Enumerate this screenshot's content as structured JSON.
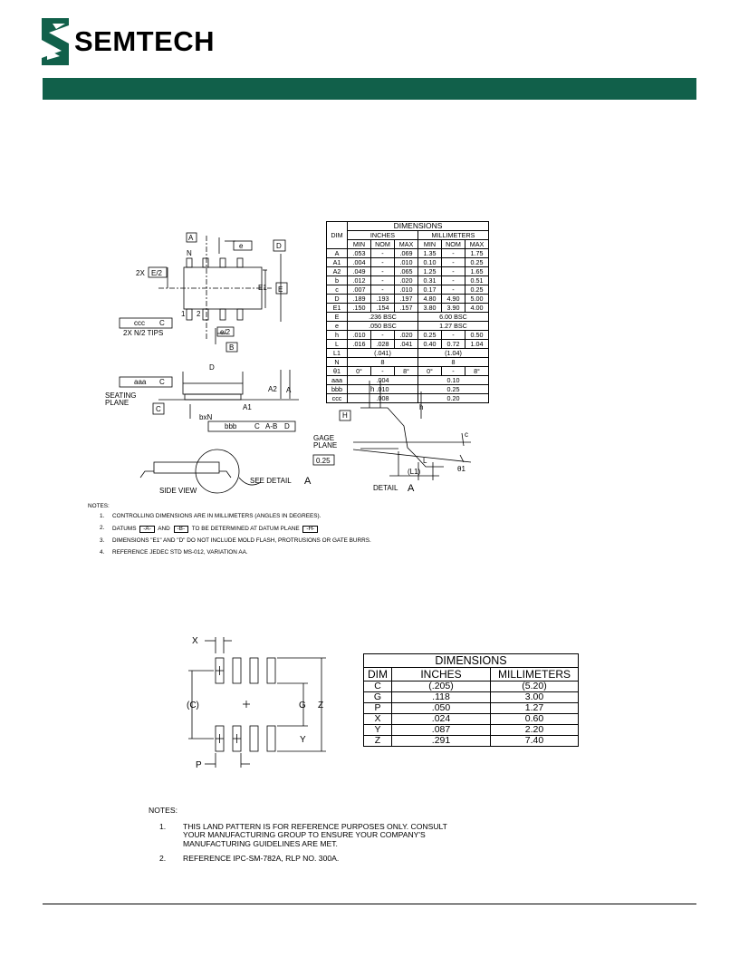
{
  "brand": {
    "name": "SEMTECH",
    "bar_color": "#11604a"
  },
  "package": {
    "labels": {
      "A": "A",
      "D": "D",
      "N": "N",
      "e": "e",
      "E": "E",
      "E1": "E1",
      "two_x": "2X",
      "e2": "E/2",
      "e_half": "e/2",
      "B": "B",
      "one": "1",
      "two": "2",
      "ccc_c": "C",
      "ccc": "ccc",
      "tips": "2X N/2 TIPS",
      "aaa": "aaa",
      "aaa_c": "C",
      "D_side": "D",
      "A2": "A2",
      "A_side": "A",
      "A1": "A1",
      "seating_plane_1": "SEATING",
      "seating_plane_2": "PLANE",
      "C_datum": "C",
      "bxN": "bxN",
      "bbb": "bbb",
      "bbb_c": "C",
      "bbb_ab": "A-B",
      "bbb_d": "D",
      "side_view": "SIDE VIEW",
      "see_detail": "SEE DETAIL",
      "see_detail_a": "A",
      "h1": "h",
      "h2": "h",
      "H": "H",
      "c": "c",
      "gage_1": "GAGE",
      "gage_2": "PLANE",
      "gage_val": "0.25",
      "L": "L",
      "L1": "(L1)",
      "theta": "θ1",
      "detail": "DETAIL",
      "detail_a": "A"
    }
  },
  "dim_table": {
    "title": "DIMENSIONS",
    "dim_header": "DIM",
    "inches": "INCHES",
    "millimeters": "MILLIMETERS",
    "cols": [
      "MIN",
      "NOM",
      "MAX",
      "MIN",
      "NOM",
      "MAX"
    ],
    "rows": [
      {
        "dim": "A",
        "v": [
          ".053",
          "-",
          ".069",
          "1.35",
          "-",
          "1.75"
        ]
      },
      {
        "dim": "A1",
        "v": [
          ".004",
          "-",
          ".010",
          "0.10",
          "-",
          "0.25"
        ]
      },
      {
        "dim": "A2",
        "v": [
          ".049",
          "-",
          ".065",
          "1.25",
          "-",
          "1.65"
        ]
      },
      {
        "dim": "b",
        "v": [
          ".012",
          "-",
          ".020",
          "0.31",
          "-",
          "0.51"
        ]
      },
      {
        "dim": "c",
        "v": [
          ".007",
          "-",
          ".010",
          "0.17",
          "-",
          "0.25"
        ]
      },
      {
        "dim": "D",
        "v": [
          ".189",
          ".193",
          ".197",
          "4.80",
          "4.90",
          "5.00"
        ]
      },
      {
        "dim": "E1",
        "v": [
          ".150",
          ".154",
          ".157",
          "3.80",
          "3.90",
          "4.00"
        ]
      }
    ],
    "span_rows": [
      {
        "dim": "E",
        "in": ".236 BSC",
        "mm": "6.00 BSC"
      },
      {
        "dim": "e",
        "in": ".050 BSC",
        "mm": "1.27 BSC"
      }
    ],
    "rows2": [
      {
        "dim": "h",
        "v": [
          ".010",
          "-",
          ".020",
          "0.25",
          "-",
          "0.50"
        ]
      },
      {
        "dim": "L",
        "v": [
          ".016",
          ".028",
          ".041",
          "0.40",
          "0.72",
          "1.04"
        ]
      }
    ],
    "span_rows2": [
      {
        "dim": "L1",
        "in": "(.041)",
        "mm": "(1.04)"
      },
      {
        "dim": "N",
        "in": "8",
        "mm": "8"
      }
    ],
    "theta_row": {
      "dim": "θ1",
      "v": [
        "0°",
        "-",
        "8°",
        "0°",
        "-",
        "8°"
      ]
    },
    "span_rows3": [
      {
        "dim": "aaa",
        "in": ".004",
        "mm": "0.10"
      },
      {
        "dim": "bbb",
        "in": ".010",
        "mm": "0.25"
      },
      {
        "dim": "ccc",
        "in": ".008",
        "mm": "0.20"
      }
    ]
  },
  "notes1": {
    "header": "NOTES:",
    "n1_num": "1.",
    "n1": "CONTROLLING DIMENSIONS ARE IN MILLIMETERS (ANGLES IN DEGREES).",
    "n2_num": "2.",
    "n2_a": "DATUMS",
    "n2_box1": "-A-",
    "n2_b": "AND",
    "n2_box2": "-B-",
    "n2_c": "TO BE DETERMINED AT DATUM PLANE",
    "n2_box3": "-H-",
    "n3_num": "3.",
    "n3": "DIMENSIONS \"E1\" AND \"D\" DO NOT INCLUDE MOLD FLASH, PROTRUSIONS OR GATE BURRS.",
    "n4_num": "4.",
    "n4": "REFERENCE JEDEC STD MS-012, VARIATION AA."
  },
  "land": {
    "labels": {
      "X": "X",
      "C": "(C)",
      "G": "G",
      "Z": "Z",
      "Y": "Y",
      "P": "P"
    }
  },
  "land_table": {
    "title": "DIMENSIONS",
    "headers": [
      "DIM",
      "INCHES",
      "MILLIMETERS"
    ],
    "rows": [
      [
        "C",
        "(.205)",
        "(5.20)"
      ],
      [
        "G",
        ".118",
        "3.00"
      ],
      [
        "P",
        ".050",
        "1.27"
      ],
      [
        "X",
        ".024",
        "0.60"
      ],
      [
        "Y",
        ".087",
        "2.20"
      ],
      [
        "Z",
        ".291",
        "7.40"
      ]
    ]
  },
  "notes2": {
    "header": "NOTES:",
    "n1_num": "1.",
    "n1": "THIS LAND PATTERN IS FOR REFERENCE PURPOSES ONLY. CONSULT YOUR MANUFACTURING GROUP TO ENSURE YOUR COMPANY'S MANUFACTURING GUIDELINES ARE MET.",
    "n2_num": "2.",
    "n2": "REFERENCE IPC-SM-782A, RLP NO. 300A."
  }
}
